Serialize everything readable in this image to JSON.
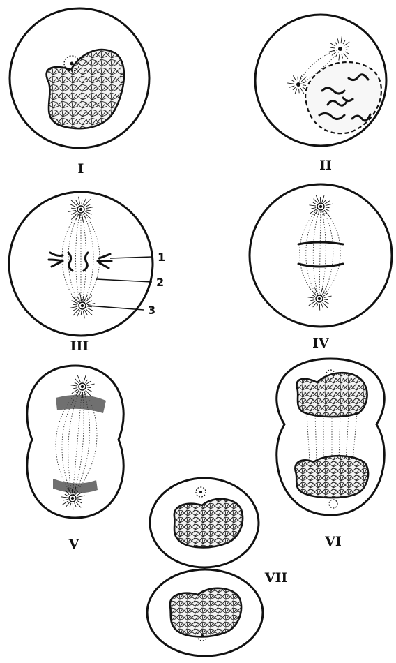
{
  "stages": [
    {
      "id": "I",
      "label": "I"
    },
    {
      "id": "II",
      "label": "II"
    },
    {
      "id": "III",
      "label": "III"
    },
    {
      "id": "IV",
      "label": "IV"
    },
    {
      "id": "V",
      "label": "V"
    },
    {
      "id": "VI",
      "label": "VI"
    },
    {
      "id": "VII",
      "label": "VII"
    }
  ],
  "annotations": [
    {
      "id": "1",
      "label": "1"
    },
    {
      "id": "2",
      "label": "2"
    },
    {
      "id": "3",
      "label": "3"
    }
  ]
}
